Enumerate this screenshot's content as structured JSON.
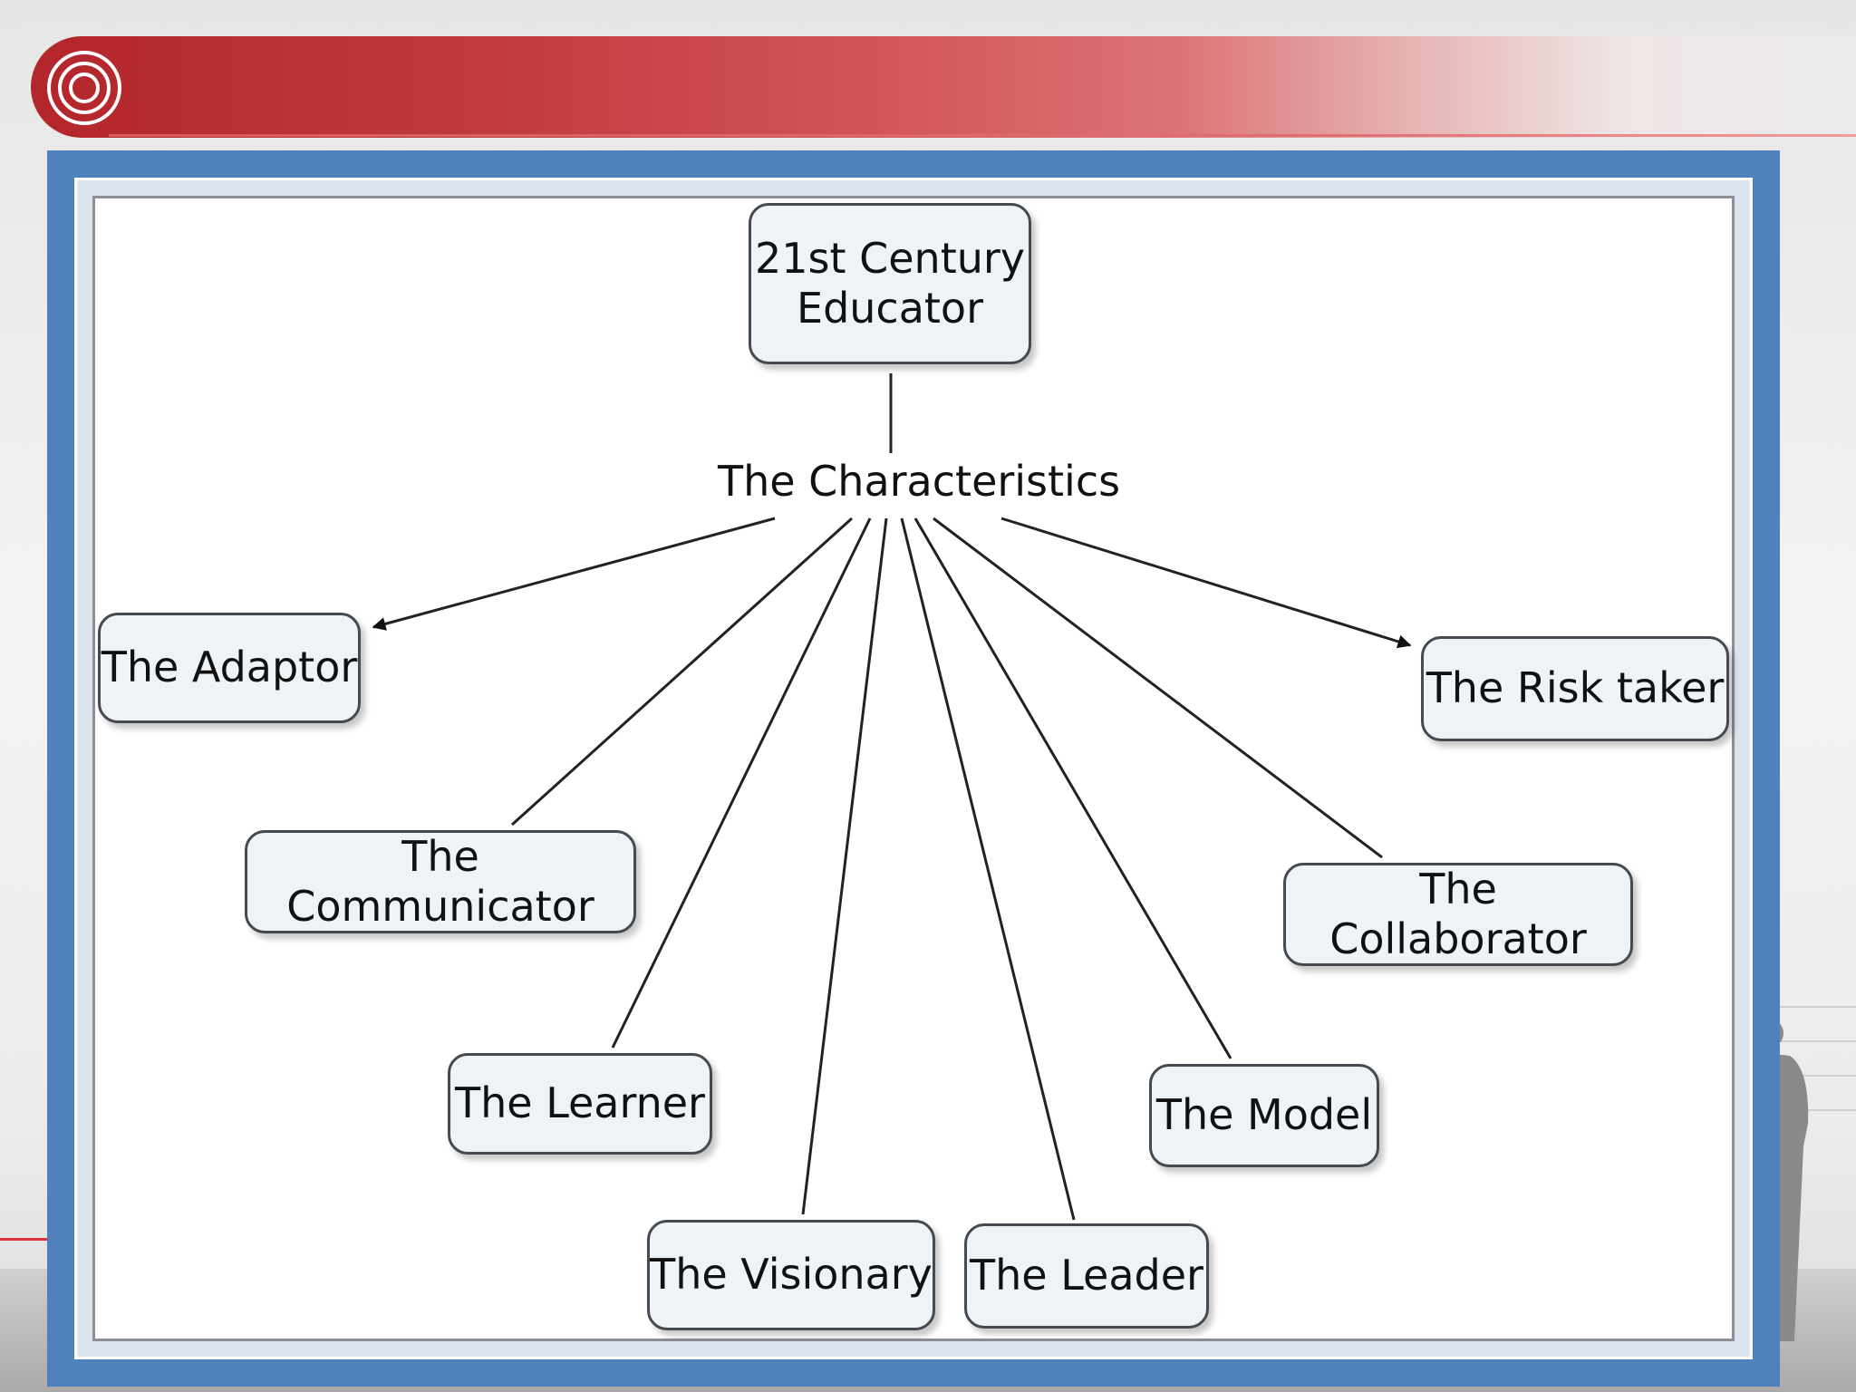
{
  "diagram": {
    "root": "21st Century\nEducator",
    "link_label": "The Characteristics",
    "children": [
      {
        "id": "adaptor",
        "label": "The Adaptor",
        "arrow": true
      },
      {
        "id": "communicator",
        "label": "The Communicator",
        "arrow": false
      },
      {
        "id": "learner",
        "label": "The Learner",
        "arrow": false
      },
      {
        "id": "visionary",
        "label": "The Visionary",
        "arrow": false
      },
      {
        "id": "leader",
        "label": "The Leader",
        "arrow": false
      },
      {
        "id": "model",
        "label": "The Model",
        "arrow": false
      },
      {
        "id": "collaborator",
        "label": "The Collaborator",
        "arrow": false
      },
      {
        "id": "risk-taker",
        "label": "The Risk taker",
        "arrow": true
      }
    ]
  },
  "colors": {
    "header_red": "#c23a3e",
    "frame_blue": "#4f81bd",
    "node_fill": "#eef3f7",
    "line": "#222222"
  }
}
